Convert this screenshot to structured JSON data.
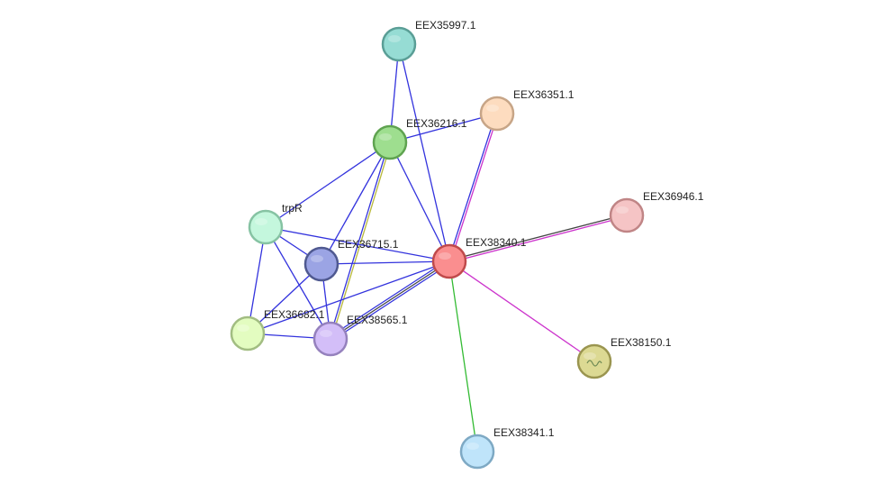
{
  "network": {
    "nodes": [
      {
        "id": "n_eex35997",
        "label": "EEX35997.1",
        "color": "#96dcd4",
        "stroke": "#5a9e96"
      },
      {
        "id": "n_eex36351",
        "label": "EEX36351.1",
        "color": "#fddcbf",
        "stroke": "#c7a587"
      },
      {
        "id": "n_eex36216",
        "label": "EEX36216.1",
        "color": "#9ede8f",
        "stroke": "#5fa350"
      },
      {
        "id": "n_eex36946",
        "label": "EEX36946.1",
        "color": "#f5c4c5",
        "stroke": "#c08586"
      },
      {
        "id": "n_trpR",
        "label": "trpR",
        "color": "#c4f7dd",
        "stroke": "#86c3a3"
      },
      {
        "id": "n_eex36715",
        "label": "EEX36715.1",
        "color": "#9ba4e4",
        "stroke": "#4f5990"
      },
      {
        "id": "n_eex38340",
        "label": "EEX38340.1",
        "color": "#fa8e8f",
        "stroke": "#c04a4b"
      },
      {
        "id": "n_eex36682",
        "label": "EEX36682.1",
        "color": "#e3fcc0",
        "stroke": "#a2bd82"
      },
      {
        "id": "n_eex38565",
        "label": "EEX38565.1",
        "color": "#d3bef8",
        "stroke": "#9581bd"
      },
      {
        "id": "n_eex38150",
        "label": "EEX38150.1",
        "color": "#dcd993",
        "stroke": "#9a9550"
      },
      {
        "id": "n_eex38341",
        "label": "EEX38341.1",
        "color": "#bfe4fa",
        "stroke": "#7ea9c4"
      }
    ],
    "edges": [
      {
        "from": "n_eex35997",
        "to": "n_eex36216",
        "colors": [
          "#3333dd"
        ]
      },
      {
        "from": "n_eex35997",
        "to": "n_eex38340",
        "colors": [
          "#3333dd"
        ]
      },
      {
        "from": "n_eex36351",
        "to": "n_eex36216",
        "colors": [
          "#3333dd"
        ]
      },
      {
        "from": "n_eex36351",
        "to": "n_eex38340",
        "colors": [
          "#cc33cc",
          "#3333dd"
        ]
      },
      {
        "from": "n_eex36216",
        "to": "n_trpR",
        "colors": [
          "#3333dd"
        ]
      },
      {
        "from": "n_eex36216",
        "to": "n_eex36715",
        "colors": [
          "#3333dd"
        ]
      },
      {
        "from": "n_eex36216",
        "to": "n_eex38340",
        "colors": [
          "#3333dd"
        ]
      },
      {
        "from": "n_eex36216",
        "to": "n_eex38565",
        "colors": [
          "#b8b83a",
          "#3333dd"
        ]
      },
      {
        "from": "n_eex36946",
        "to": "n_eex38340",
        "colors": [
          "#cc33cc",
          "#444444"
        ]
      },
      {
        "from": "n_trpR",
        "to": "n_eex36715",
        "colors": [
          "#3333dd"
        ]
      },
      {
        "from": "n_trpR",
        "to": "n_eex38340",
        "colors": [
          "#3333dd"
        ]
      },
      {
        "from": "n_trpR",
        "to": "n_eex36682",
        "colors": [
          "#3333dd"
        ]
      },
      {
        "from": "n_trpR",
        "to": "n_eex38565",
        "colors": [
          "#3333dd"
        ]
      },
      {
        "from": "n_eex36715",
        "to": "n_eex38340",
        "colors": [
          "#3333dd"
        ]
      },
      {
        "from": "n_eex36715",
        "to": "n_eex36682",
        "colors": [
          "#3333dd"
        ]
      },
      {
        "from": "n_eex36715",
        "to": "n_eex38565",
        "colors": [
          "#3333dd"
        ]
      },
      {
        "from": "n_eex38340",
        "to": "n_eex36682",
        "colors": [
          "#3333dd"
        ]
      },
      {
        "from": "n_eex38340",
        "to": "n_eex38565",
        "colors": [
          "#3333dd",
          "#444444",
          "#3333dd"
        ]
      },
      {
        "from": "n_eex38340",
        "to": "n_eex38150",
        "colors": [
          "#cc33cc"
        ]
      },
      {
        "from": "n_eex38340",
        "to": "n_eex38341",
        "colors": [
          "#33bb33"
        ]
      },
      {
        "from": "n_eex36682",
        "to": "n_eex38565",
        "colors": [
          "#3333dd"
        ]
      }
    ]
  }
}
